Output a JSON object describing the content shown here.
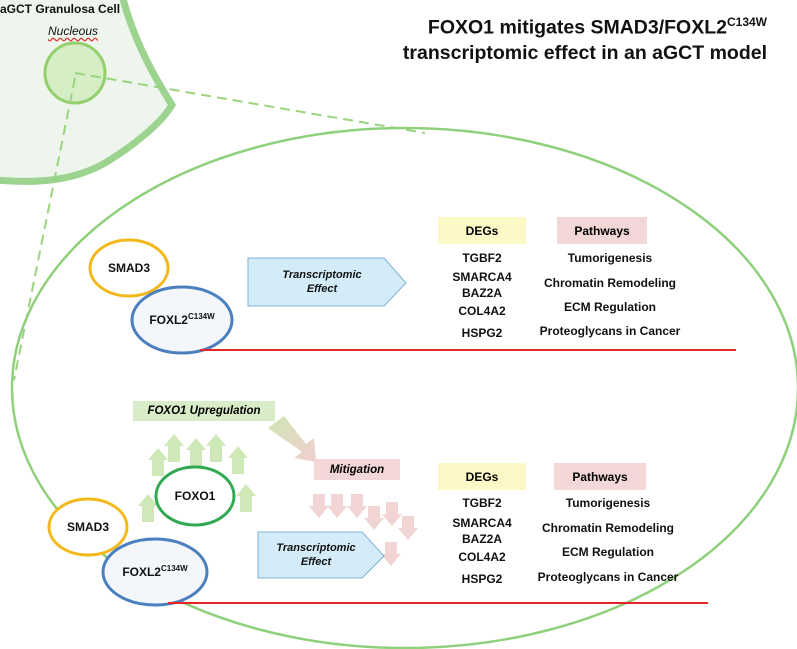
{
  "title": {
    "line1": "FOXO1 mitigates SMAD3/FOXL2",
    "line1_sup": "C134W",
    "line2": "transcriptomic effect in an aGCT model"
  },
  "cell_label": "aGCT Granulosa Cell",
  "nucleus_label": "Nucleous",
  "top_panel": {
    "smad3": "SMAD3",
    "foxl2": "FOXL2",
    "foxl2_sup": "C134W",
    "effect_line1": "Transcriptomic",
    "effect_line2": "Effect",
    "degs_header": "DEGs",
    "pathways_header": "Pathways",
    "degs": [
      "TGBF2",
      "SMARCA4",
      "BAZ2A",
      "COL4A2",
      "HSPG2"
    ],
    "pathways": [
      "Tumorigenesis",
      "Chromatin Remodeling",
      "ECM Regulation",
      "Proteoglycans in Cancer"
    ]
  },
  "bottom_panel": {
    "foxo1_upregulation": "FOXO1 Upregulation",
    "foxo1": "FOXO1",
    "mitigation": "Mitigation",
    "smad3": "SMAD3",
    "foxl2": "FOXL2",
    "foxl2_sup": "C134W",
    "effect_line1": "Transcriptomic",
    "effect_line2": "Effect",
    "degs_header": "DEGs",
    "pathways_header": "Pathways",
    "degs": [
      "TGBF2",
      "SMARCA4",
      "BAZ2A",
      "COL4A2",
      "HSPG2"
    ],
    "pathways": [
      "Tumorigenesis",
      "Chromatin Remodeling",
      "ECM Regulation",
      "Proteoglycans in Cancer"
    ]
  },
  "colors": {
    "cell_border": "#9bd38f",
    "cell_fill": "#eef5ec",
    "nucleus_border": "#93cf6c",
    "nucleus_fill": "#d6eec6",
    "oval_border": "#8fd07d",
    "smad3_border": "#f2b81c",
    "foxl2_border": "#4c7fbd",
    "foxo1_border": "#33a853",
    "effect_fill": "#d3ecf8",
    "degs_fill": "#fdf9c7",
    "pathways_fill": "#f3d6d6",
    "upreg_fill": "#d9ecc8",
    "mitigation_fill": "#f3d6d6",
    "up_arrow_fill": "#cfe8b8",
    "down_arrow_fill": "#f1d4d4",
    "red_line": "#e4262b"
  }
}
